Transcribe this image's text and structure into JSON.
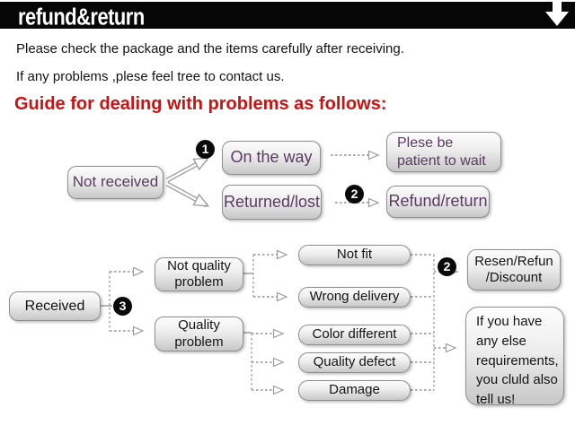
{
  "header": {
    "title": "refund&return",
    "arrow_icon": "down-arrow"
  },
  "intro": {
    "line1": "Please check the package and the items carefully after receiving.",
    "line2": "If any problems ,plese feel tree to contact us."
  },
  "guide_heading": "Guide for dealing with problems as follows:",
  "colors": {
    "header_bg": "#060606",
    "heading_red": "#cc1111",
    "node_text_purple": "#5a3a60",
    "node_text_black": "#141414",
    "node_border": "#8f8f8f",
    "connector_gray": "#a9a9a9"
  },
  "flow": {
    "badges": {
      "b1": "1",
      "b2_top": "2",
      "b3": "3",
      "b2_bottom": "2"
    },
    "nodes": {
      "not_received": {
        "label": "Not received"
      },
      "on_the_way": {
        "label": "On the way"
      },
      "returned_lost": {
        "label": "Returned/lost"
      },
      "plese_wait": {
        "label": "Plese be\npatient to wait"
      },
      "refund_return": {
        "label": "Refund/return"
      },
      "received": {
        "label": "Received"
      },
      "not_quality_problem": {
        "label": "Not quality\nproblem"
      },
      "quality_problem": {
        "label": "Quality\nproblem"
      },
      "not_fit": {
        "label": "Not fit"
      },
      "wrong_delivery": {
        "label": "Wrong delivery"
      },
      "color_different": {
        "label": "Color different"
      },
      "quality_defect": {
        "label": "Quality defect"
      },
      "damage": {
        "label": "Damage"
      },
      "resen_refun_discount": {
        "label": "Resen/Refun\n/Discount"
      },
      "if_you_have": {
        "label": "If you have\nany else\nrequirements,\nyou cluld also\ntell us!"
      }
    },
    "edges": [
      {
        "from": "not_received",
        "to": "on_the_way",
        "badge": "1"
      },
      {
        "from": "not_received",
        "to": "returned_lost"
      },
      {
        "from": "on_the_way",
        "to": "plese_wait"
      },
      {
        "from": "returned_lost",
        "to": "refund_return",
        "badge": "2"
      },
      {
        "from": "received",
        "to": "not_quality_problem",
        "badge": "3"
      },
      {
        "from": "received",
        "to": "quality_problem",
        "badge": "3"
      },
      {
        "from": "not_quality_problem",
        "to": "not_fit"
      },
      {
        "from": "not_quality_problem",
        "to": "wrong_delivery"
      },
      {
        "from": "quality_problem",
        "to": "color_different"
      },
      {
        "from": "quality_problem",
        "to": "quality_defect"
      },
      {
        "from": "quality_problem",
        "to": "damage"
      },
      {
        "from": "not_fit",
        "to": "resen_refun_discount",
        "badge": "2"
      },
      {
        "from": "wrong_delivery",
        "to": "resen_refun_discount",
        "badge": "2"
      },
      {
        "from": "color_different",
        "to": "if_you_have"
      },
      {
        "from": "quality_defect",
        "to": "if_you_have"
      },
      {
        "from": "damage",
        "to": "if_you_have"
      }
    ]
  }
}
